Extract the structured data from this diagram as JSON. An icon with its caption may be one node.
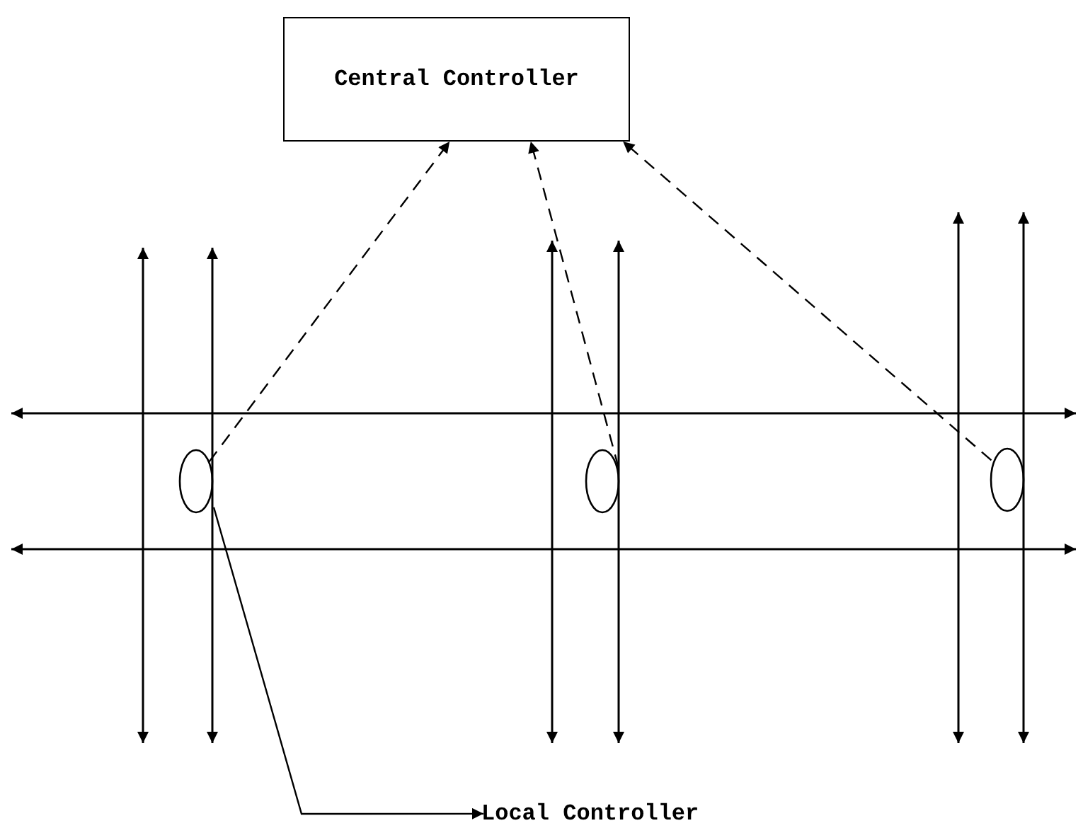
{
  "diagram": {
    "nodes": [
      {
        "text": [
          "Central Controller"
        ]
      },
      {
        "text": [],
        "shape": "ellipse"
      },
      {
        "text": [],
        "shape": "ellipse"
      },
      {
        "text": [],
        "shape": "ellipse"
      },
      {
        "text": [
          "Local Controller"
        ]
      }
    ],
    "edges": [
      {
        "from": 1,
        "to": 0,
        "arrow": "to",
        "style": "dashed"
      },
      {
        "from": 2,
        "to": 0,
        "arrow": "to",
        "style": "dashed"
      },
      {
        "from": 3,
        "to": 0,
        "arrow": "to",
        "style": "dashed"
      },
      {
        "from": 1,
        "to": 4,
        "arrow": "to"
      }
    ]
  }
}
